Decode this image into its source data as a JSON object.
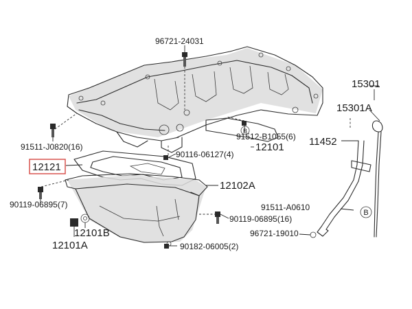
{
  "labels": {
    "p96721_24031": "96721-24031",
    "p15301": "15301",
    "p15301a": "15301A",
    "p91512_b1055": "91512-B1055(6)",
    "p11452": "11452",
    "p91511_j0820": "91511-J0820(16)",
    "p90116_06127": "90116-06127(4)",
    "p12101": "12101",
    "p12121": "12121",
    "p12102a": "12102A",
    "p90119_06895_7": "90119-06895(7)",
    "p91511_a0610": "91511-A0610",
    "p90119_06895_16": "90119-06895(16)",
    "p12101b": "12101B",
    "p96721_19010": "96721-19010",
    "p12101a": "12101A",
    "p90182_06005": "90182-06005(2)",
    "callout_b1": "B",
    "callout_b2": "B"
  },
  "highlight_color": "#d9534f"
}
